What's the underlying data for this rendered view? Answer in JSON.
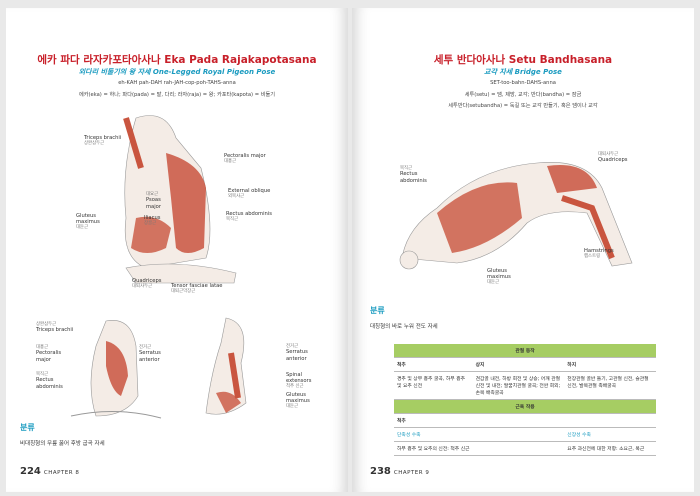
{
  "left_page": {
    "title": "에카 파다 라자카포타아사나 Eka Pada Rajakapotasana",
    "subtitle": "외다리 비둘기의 왕 자세 One-Legged Royal Pigeon Pose",
    "pronunciation": "eh-KAH pah-DAH rah-JAH-cop-poh-TAHS-anna",
    "etymology": "에카(eka) = 하나; 파다(pada) = 발, 다리; 라자(raja) = 왕; 카포타(kapota) = 비둘기",
    "figure1_labels": [
      {
        "en": "Triceps brachii",
        "ko": "상완삼두근"
      },
      {
        "en": "Pectoralis major",
        "ko": "대흉근"
      },
      {
        "en": "Psoas major",
        "ko": "대요근"
      },
      {
        "en": "External oblique",
        "ko": "외복사근"
      },
      {
        "en": "Iliacus",
        "ko": "장골근"
      },
      {
        "en": "Gluteus maximus",
        "ko": "대둔근"
      },
      {
        "en": "Rectus abdominis",
        "ko": "복직근"
      },
      {
        "en": "Quadriceps",
        "ko": "대퇴사두근"
      },
      {
        "en": "Tensor fasciae latae",
        "ko": "대퇴근막장근"
      }
    ],
    "figure2_labels": [
      {
        "en": "Triceps brachii",
        "ko": "상완삼두근"
      },
      {
        "en": "Pectoralis major",
        "ko": "대흉근"
      },
      {
        "en": "Serratus anterior",
        "ko": "전거근"
      },
      {
        "en": "Rectus abdominis",
        "ko": "복직근"
      }
    ],
    "figure3_labels": [
      {
        "en": "Serratus anterior",
        "ko": "전거근"
      },
      {
        "en": "Spinal extensors",
        "ko": "척추 신근"
      },
      {
        "en": "Gluteus maximus",
        "ko": "대둔근"
      }
    ],
    "section_title": "분류",
    "section_body": "비대칭형의 무릎 꿇어 후방 굽곡 자세",
    "page_number": "224",
    "chapter": "CHAPTER 8"
  },
  "right_page": {
    "title": "세투 반다아사나 Setu Bandhasana",
    "subtitle": "교각 자세 Bridge Pose",
    "pronunciation": "SET-too-bahn-DAHS-anna",
    "etymology1": "세투(setu) = 댐, 제방, 교각; 반다(bandha) = 잠금",
    "etymology2": "세투반다(setubandha) = 둑길 또는 교각 만들기, 혹은 댐이나 교각",
    "figure_labels": [
      {
        "en": "Quadriceps",
        "ko": "대퇴사두근"
      },
      {
        "en": "Rectus abdominis",
        "ko": "복직근"
      },
      {
        "en": "Hamstrings",
        "ko": "햄스트링"
      },
      {
        "en": "Gluteus maximus",
        "ko": "대둔근"
      }
    ],
    "section_title": "분류",
    "section_body": "대칭형의 바로 누워 전도 자세",
    "table": {
      "joint_header": "관절 동작",
      "columns": [
        "척추",
        "상지",
        "하지"
      ],
      "joint_row": [
        "경추 및 상부 흉추 굴곡, 하부 흉추 및 요추 신전",
        "견갑골 내전, 하방 회전 및 상승; 어깨 관절 신전 및 내전; 팔꿈치관절 굴곡; 전완 회외; 손목 배측굴곡",
        "천장관절 골반 들기, 고관절 신전, 슬관절 신전, 발목관절 족배굴곡"
      ],
      "muscle_header": "근육 작용",
      "muscle_sub": "척추",
      "muscle_cols": [
        "단축성 수축",
        "신장성 수축"
      ],
      "muscle_row": [
        "하부 흉추 및 요추의 신전: 척추 신근",
        "요추 과신전에 대한 저항: 소요근, 복근"
      ]
    },
    "page_number": "238",
    "chapter": "CHAPTER 9"
  },
  "colors": {
    "title": "#c8202a",
    "accent": "#1a9bc0",
    "table_header": "#a6cd63",
    "muscle": "#c9553f"
  }
}
